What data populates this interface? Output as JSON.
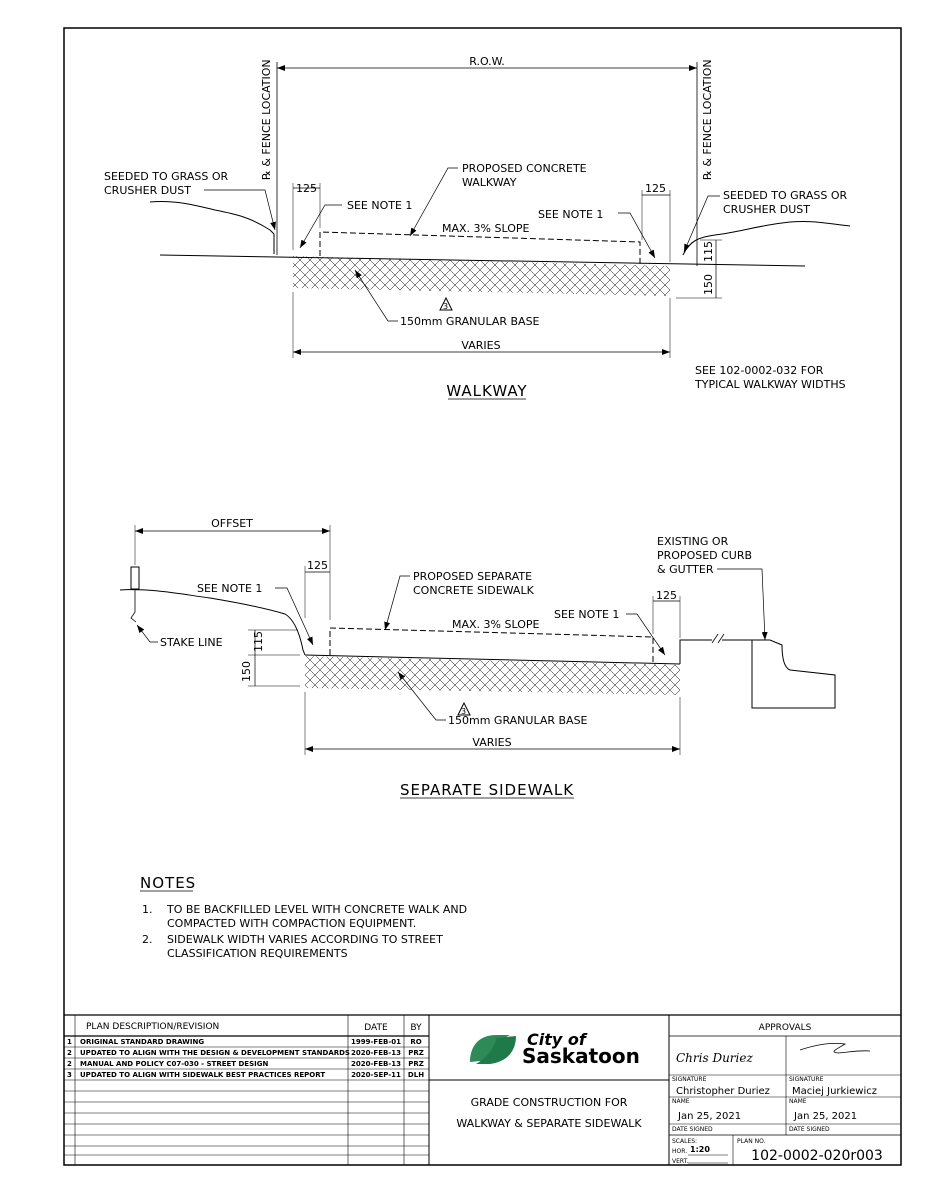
{
  "walkway": {
    "row_label": "R.O.W.",
    "fence_left": "℞ & FENCE LOCATION",
    "fence_right": "℞ & FENCE LOCATION",
    "seeded_left": [
      "SEEDED TO GRASS OR",
      "CRUSHER DUST"
    ],
    "seeded_right": [
      "SEEDED TO GRASS OR",
      "CRUSHER DUST"
    ],
    "proposed": [
      "PROPOSED CONCRETE",
      "WALKWAY"
    ],
    "dim_125_left": "125",
    "dim_125_right": "125",
    "see_note_left": "SEE NOTE 1",
    "see_note_right": "SEE NOTE 1",
    "slope": "MAX. 3% SLOPE",
    "dim_115": "115",
    "dim_150": "150",
    "rev_tag": "3",
    "granular": "150mm GRANULAR BASE",
    "varies": "VARIES",
    "see_ref": [
      "SEE 102-0002-032 FOR",
      "TYPICAL WALKWAY WIDTHS"
    ],
    "title": "WALKWAY"
  },
  "sidewalk": {
    "offset": "OFFSET",
    "dim_125_left": "125",
    "dim_125_right": "125",
    "see_note_left": "SEE NOTE 1",
    "see_note_right": "SEE NOTE 1",
    "proposed": [
      "PROPOSED SEPARATE",
      "CONCRETE SIDEWALK"
    ],
    "curb": [
      "EXISTING OR",
      "PROPOSED CURB",
      "& GUTTER"
    ],
    "slope": "MAX. 3% SLOPE",
    "stake": "STAKE LINE",
    "dim_150": "150",
    "dim_115": "115",
    "rev_tag": "3",
    "granular": "150mm GRANULAR BASE",
    "varies": "VARIES",
    "title": "SEPARATE SIDEWALK"
  },
  "notes": {
    "heading": "NOTES",
    "items": [
      {
        "num": "1.",
        "lines": [
          "TO BE BACKFILLED LEVEL WITH CONCRETE WALK AND",
          "COMPACTED WITH COMPACTION EQUIPMENT."
        ]
      },
      {
        "num": "2.",
        "lines": [
          "SIDEWALK WIDTH VARIES ACCORDING TO STREET",
          "CLASSIFICATION REQUIREMENTS"
        ]
      }
    ]
  },
  "title_block": {
    "rev_headers": {
      "desc": "PLAN DESCRIPTION/REVISION",
      "date": "DATE",
      "by": "BY"
    },
    "revisions": [
      {
        "no": "1",
        "desc": "ORIGINAL STANDARD DRAWING",
        "date": "1999-FEB-01",
        "by": "RO"
      },
      {
        "no": "2",
        "desc": "UPDATED TO ALIGN WITH THE DESIGN & DEVELOPMENT STANDARDS",
        "date": "2020-FEB-13",
        "by": "PRZ"
      },
      {
        "no": "2",
        "desc": "MANUAL AND POLICY C07-030 - STREET DESIGN",
        "date": "2020-FEB-13",
        "by": "PRZ"
      },
      {
        "no": "3",
        "desc": "UPDATED TO ALIGN WITH SIDEWALK BEST PRACTICES REPORT",
        "date": "2020-SEP-11",
        "by": "DLH"
      }
    ],
    "logo_top": "City of",
    "logo_bottom": "Saskatoon",
    "drawing_title": [
      "GRADE CONSTRUCTION FOR",
      "WALKWAY & SEPARATE SIDEWALK"
    ],
    "approvals": "APPROVALS",
    "approver1": {
      "signature": "Chris Duriez",
      "name": "Christopher Duriez",
      "date": "Jan 25, 2021"
    },
    "approver2": {
      "signature": "",
      "name": "Maciej Jurkiewicz",
      "date": "Jan 25, 2021"
    },
    "lbl_signature": "SIGNATURE",
    "lbl_name": "NAME",
    "lbl_date": "DATE SIGNED",
    "lbl_scales": "SCALES:",
    "lbl_hor": "HOR.",
    "scale_hor": "1:20",
    "lbl_vert": "VERT.",
    "lbl_plan": "PLAN NO.",
    "plan_no": "102-0002-020r003"
  },
  "colors": {
    "logo_green": "#1f7a4a",
    "logo_teal": "#2e8b57"
  }
}
